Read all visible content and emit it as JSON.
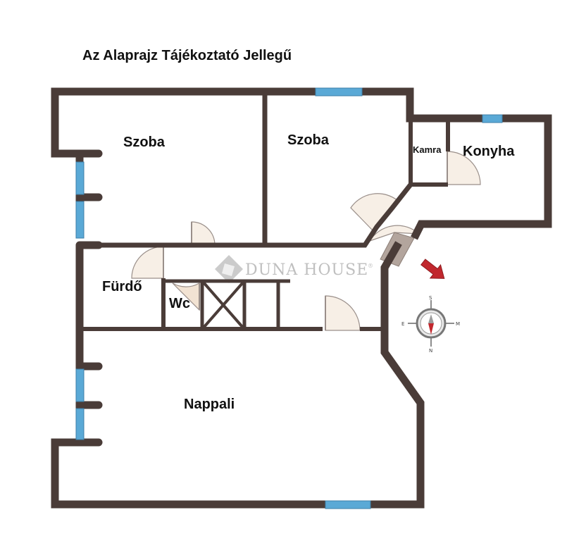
{
  "title": "Az Alaprajz Tájékoztató Jellegű",
  "rooms": [
    {
      "id": "szoba-1",
      "label": "Szoba"
    },
    {
      "id": "szoba-2",
      "label": "Szoba"
    },
    {
      "id": "kamra",
      "label": "Kamra"
    },
    {
      "id": "konyha",
      "label": "Konyha"
    },
    {
      "id": "furdo",
      "label": "Fürdő"
    },
    {
      "id": "wc",
      "label": "Wc"
    },
    {
      "id": "nappali",
      "label": "Nappali"
    }
  ],
  "watermark": {
    "brand": "DUNA HOUSE",
    "mark": "®"
  },
  "compass": {
    "n": "N",
    "s": "S",
    "e": "E",
    "w": "M"
  },
  "colors": {
    "wall": "#4a3c38",
    "window": "#5aa9d6",
    "door_fill": "#f7efe6",
    "arrow": "#c1272d",
    "watermark": "#b9b9b9"
  }
}
